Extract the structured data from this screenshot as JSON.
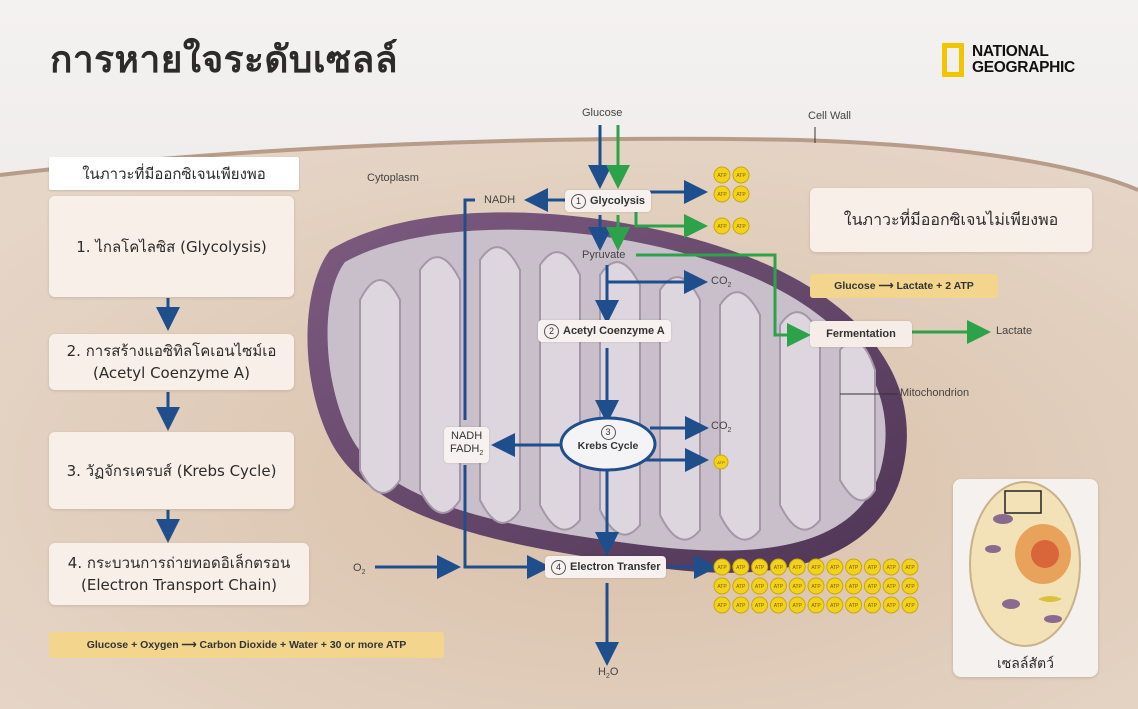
{
  "title": "การหายใจระดับเซลล์",
  "logo": {
    "line1": "NATIONAL",
    "line2": "GEOGRAPHIC"
  },
  "aerobic": {
    "header": "ในภาวะที่มีออกซิเจนเพียงพอ",
    "steps": [
      {
        "line1": "1. ไกลโคไลซิส (Glycolysis)",
        "line2": ""
      },
      {
        "line1": "2. การสร้างแอซิทิลโคเอนไซม์เอ",
        "line2": "(Acetyl Coenzyme A)"
      },
      {
        "line1": "3. วัฏจักรเครบส์ (Krebs Cycle)",
        "line2": ""
      },
      {
        "line1": "4. กระบวนการถ่ายทอดอิเล็กตรอน",
        "line2": "(Electron Transport Chain)"
      }
    ],
    "formula": "Glucose  +  Oxygen  ⟶  Carbon Dioxide  +  Water  +  30 or more ATP"
  },
  "anaerobic": {
    "header": "ในภาวะที่มีออกซิเจนไม่เพียงพอ",
    "formula": "Glucose  ⟶  Lactate  +  2 ATP"
  },
  "diagram": {
    "glucose": "Glucose",
    "cell_wall": "Cell Wall",
    "cytoplasm": "Cytoplasm",
    "mitochondrion": "Mitochondrion",
    "nadh": "NADH",
    "glycolysis": "Glycolysis",
    "pyruvate": "Pyruvate",
    "co2_a": "CO",
    "co2_b": "CO",
    "sub2": "2",
    "acetyl": "Acetyl Coenzyme A",
    "krebs": "Krebs Cycle",
    "nadh2": "NADH",
    "fadh2": "FADH",
    "o2": "O",
    "electron": "Electron Transfer",
    "h2o": "H",
    "h2o_o": "O",
    "fermentation": "Fermentation",
    "lactate": "Lactate",
    "atp": "ATP",
    "n1": "1",
    "n2": "2",
    "n3": "3",
    "n4": "4"
  },
  "cell_caption": "เซลล์สัตว์",
  "colors": {
    "blue": "#1f4e8c",
    "green": "#2ca24a",
    "atp": "#f2d21b"
  }
}
